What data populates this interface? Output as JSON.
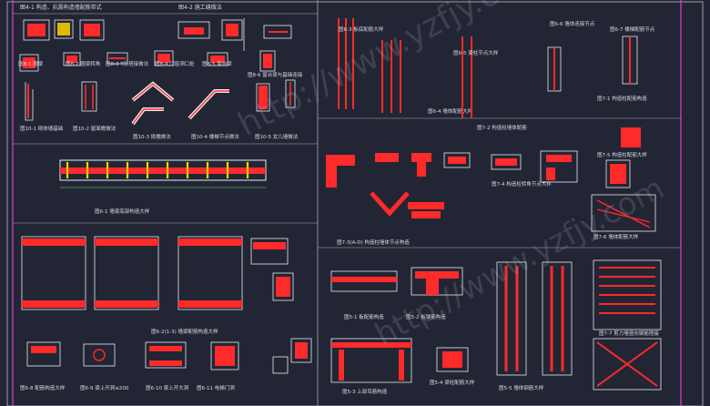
{
  "drawing": {
    "watermark": "http://www.yzfjy.com",
    "palette": {
      "background": "#222634",
      "outline": "#e8ecf4",
      "rebar": "#ff2a2a",
      "rebar_hatch": "#ffd400",
      "dimension": "#7fdc7f",
      "annotation": "#3fd0e0",
      "highlight": "#ff30ff",
      "frame": "#9aa0ac"
    },
    "labels": {
      "t_4_1": "图4-1 构造、抗震构造墙配筋带式",
      "t_4_2": "图4-2 施工缝做法",
      "t_8_1": "图8-1 圈梁",
      "t_8_2": "图8-2 圈梁转角",
      "t_8_3": "图8-3 T形搭接做法",
      "t_8_4": "图8-4 门窗洞口处",
      "t_8_5": "图8-5 窗台梁",
      "t_8_6": "图8-6 窗台梁与基础连接",
      "t_10_1": "图10-1 砌体墙基础",
      "t_10_2": "图10-2 屋面檐做法",
      "t_10_3": "图10-3 挑檐做法",
      "t_10_4": "图10-4 楼梯节点做法",
      "t_10_5": "图10-5 女儿墙做法",
      "t_6_1": "图6-1 墙梁底部构造大样",
      "t_6_2": "图6-2(1-3) 墙梁配筋构造大样",
      "t_6_8": "图6-8 配筋构造大样",
      "t_6_9": "图6-9 梁上开洞≤200",
      "t_6_10": "图6-10 梁上开大洞",
      "t_6_11": "图6-11 电梯门洞",
      "t_6_3": "图6-3 板底配筋大样",
      "t_6_4": "图6-4 墙体配筋大样",
      "t_6_5": "图6-5 梁柱节点大样",
      "t_6_6": "图6-6 墙体连接节点",
      "t_6_7": "图6-7 楼梯配筋节点",
      "t_7_1": "图7-1 构造柱配筋构造",
      "t_7_2": "图7-2 构造柱墙体配筋",
      "t_7_3": "图7-3(A-D) 构造柱墙体节点构造",
      "t_7_4": "图7-4 构造柱转角节点大样",
      "t_7_5": "图7-5 构造柱配筋大样",
      "t_7_6": "图7-6 墙体配筋大样",
      "t_7_7": "图7-7 剪力墙竖向钢筋搭接",
      "t_5_1": "图5-1 板配筋构造",
      "t_5_2": "图5-2 板钢筋构造",
      "t_5_3": "图5-3 上部吊筋构造",
      "t_5_4": "图5-4 梁柱配筋大样",
      "t_5_5": "图5-5 墙体钢筋大样"
    }
  }
}
